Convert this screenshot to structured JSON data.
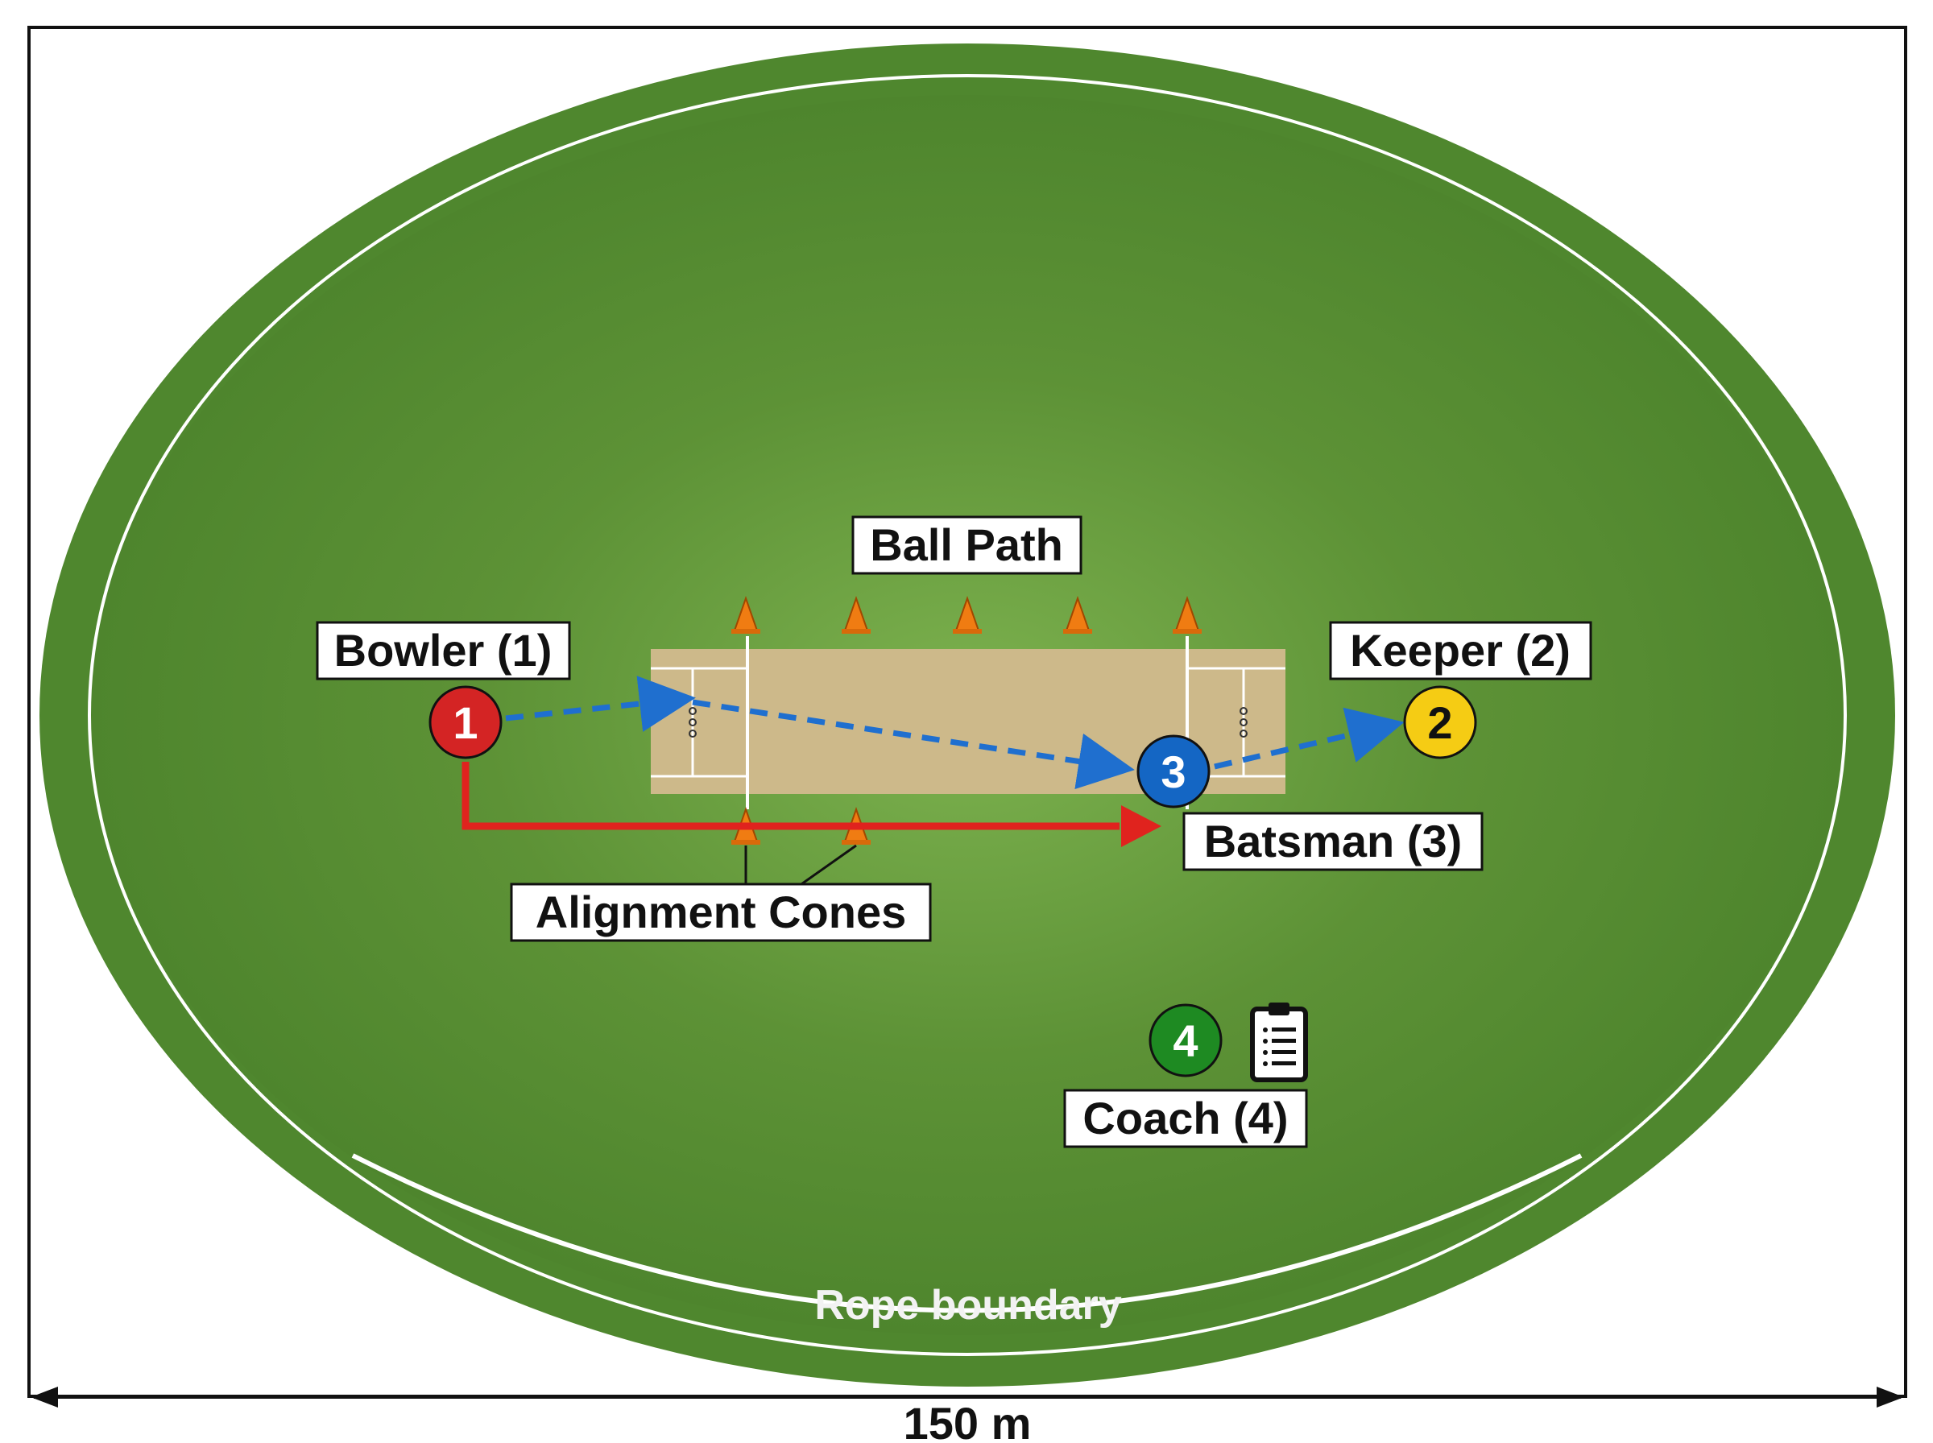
{
  "labels": {
    "ball_path": "Ball Path",
    "bowler": "Bowler (1)",
    "keeper": "Keeper (2)",
    "batsman": "Batsman (3)",
    "alignment_cones": "Alignment Cones",
    "coach": "Coach (4)",
    "rope_boundary": "Rope boundary",
    "scale": "150 m"
  },
  "players": [
    {
      "id": "bowler",
      "number": "1",
      "color": "#d42424",
      "text_color": "#ffffff"
    },
    {
      "id": "keeper",
      "number": "2",
      "color": "#f5cc14",
      "text_color": "#111111"
    },
    {
      "id": "batsman",
      "number": "3",
      "color": "#1466c4",
      "text_color": "#ffffff"
    },
    {
      "id": "coach",
      "number": "4",
      "color": "#1e8a22",
      "text_color": "#ffffff"
    }
  ],
  "colors": {
    "field": "#5a8f33",
    "field_center": "#7bb04e",
    "pitch": "#cdb98a",
    "ball_path": "#1f6fcf",
    "run_path": "#e0231e",
    "cone": "#f07c12"
  },
  "icons": [
    "clipboard-icon",
    "cone-icon"
  ]
}
